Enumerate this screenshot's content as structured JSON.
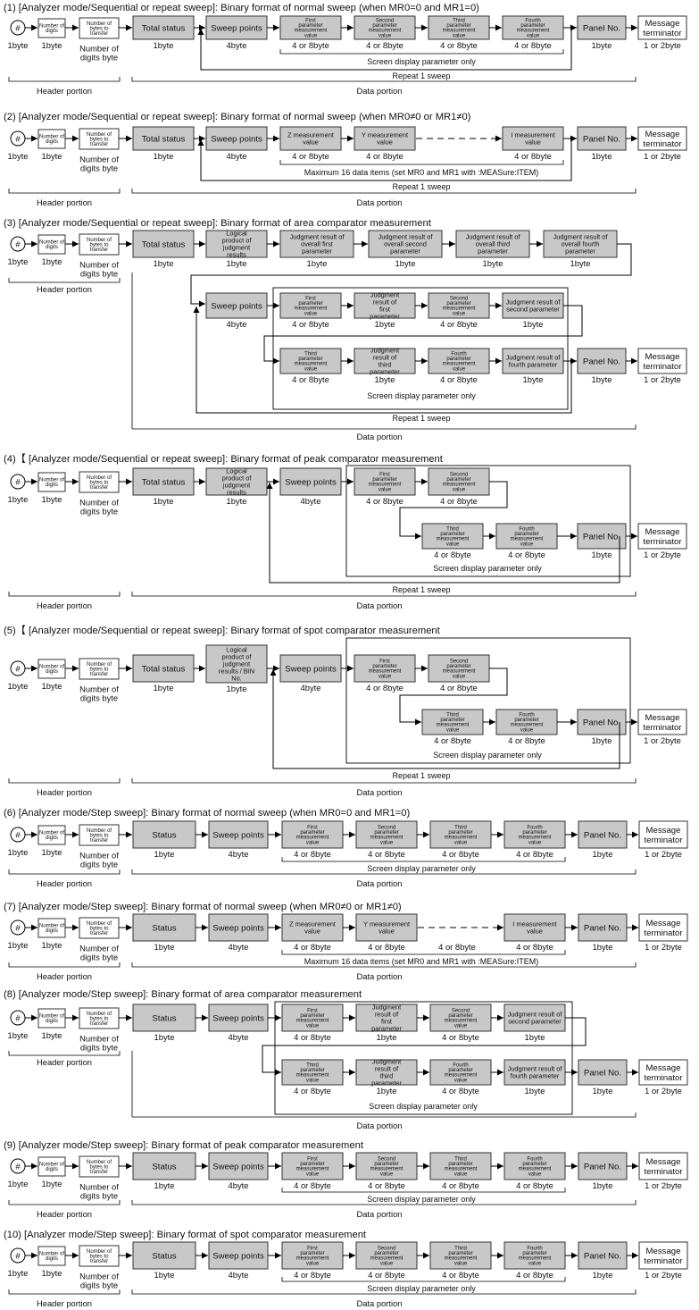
{
  "colors": {
    "field_fill": "#c8c8c8",
    "plain_fill": "#ffffff",
    "line": "#000000"
  },
  "common": {
    "hash": "#",
    "number_of_digits": "Number of digits",
    "number_of_bytes": "Number of bytes to transfer",
    "number_of_digits_byte": "Number of digits byte",
    "total_status": "Total status",
    "status": "Status",
    "sweep_points": "Sweep points",
    "panel_no": "Panel No.",
    "message_terminator": "Message terminator",
    "byte1": "1byte",
    "byte4": "4byte",
    "byte4or8": "4 or 8byte",
    "byte1or2": "1 or 2byte",
    "first_param": "First parameter measurement value",
    "second_param": "Second parameter measurement value",
    "third_param": "Third parameter measurement value",
    "fourth_param": "Fourth parameter measurement value",
    "z_value": "Z measurement value",
    "y_value": "Y measurement value",
    "i_value": "I measurement value",
    "judg_overall_first": "Judgment result of overall first parameter",
    "judg_overall_second": "Judgment result of overall second parameter",
    "judg_overall_third": "Judgment result of overall third parameter",
    "judg_overall_fourth": "Judgment result of overall fourth parameter",
    "judg_first": "Judgment result of first parameter",
    "judg_second": "Judgment result of second parameter",
    "judg_third": "Judgment result of third parameter",
    "judg_fourth": "Judgment result of fourth parameter",
    "logical_product": "Logical product of judgment results",
    "logical_product_bin": "Logical product of judgment results / BIN No.",
    "header_portion": "Header portion",
    "data_portion": "Data portion",
    "screen_display_only": "Screen display parameter only",
    "repeat_1_sweep": "Repeat 1 sweep",
    "max_16_items": "Maximum 16 data items (set MR0 and MR1 with :MEASure:ITEM)"
  },
  "sections": [
    {
      "id": 1,
      "title": "(1) [Analyzer mode/Sequential or repeat sweep]: Binary format of normal sweep (when MR0=0 and MR1=0)"
    },
    {
      "id": 2,
      "title": "(2) [Analyzer mode/Sequential or repeat sweep]: Binary format of normal sweep (when MR0≠0 or MR1≠0)"
    },
    {
      "id": 3,
      "title": "(3) [Analyzer mode/Sequential or repeat sweep]: Binary format of area comparator measurement"
    },
    {
      "id": 4,
      "title": "(4)【 [Analyzer mode/Sequential or repeat sweep]: Binary format of peak comparator measurement"
    },
    {
      "id": 5,
      "title": "(5)【 [Analyzer mode/Sequential or repeat sweep]: Binary format of spot comparator measurement"
    },
    {
      "id": 6,
      "title": "(6)  [Analyzer mode/Step sweep]: Binary format of normal sweep (when MR0=0 and MR1=0)"
    },
    {
      "id": 7,
      "title": "(7) [Analyzer mode/Step sweep]: Binary format of normal sweep  (when MR0≠0 or MR1≠0)"
    },
    {
      "id": 8,
      "title": "(8) [Analyzer mode/Step sweep]: Binary format of area comparator measurement"
    },
    {
      "id": 9,
      "title": "(9) [Analyzer mode/Step sweep]:  Binary format of peak comparator measurement"
    },
    {
      "id": 10,
      "title": "(10) [Analyzer mode/Step sweep]:  Binary format of spot comparator measurement"
    }
  ]
}
